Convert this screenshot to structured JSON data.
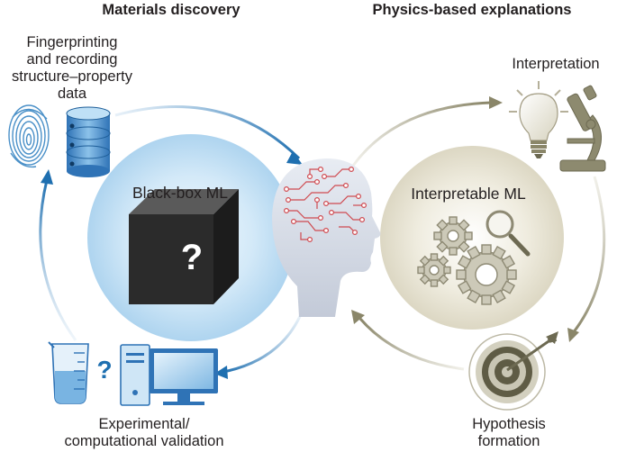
{
  "headings": {
    "left": "Materials discovery",
    "right": "Physics-based explanations"
  },
  "labels": {
    "fingerprinting": [
      "Fingerprinting",
      "and recording",
      "structure–property",
      "data"
    ],
    "interpretation": "Interpretation",
    "black_box": "Black-box ML",
    "interpretable": "Interpretable ML",
    "validation": [
      "Experimental/",
      "computational validation"
    ],
    "hypothesis": [
      "Hypothesis",
      "formation"
    ],
    "cube_symbol": "?",
    "beaker_symbol": "?"
  },
  "icons": [
    "fingerprint-icon",
    "database-icon",
    "light-bulb-icon",
    "microscope-icon",
    "gear-icon",
    "magnifier-icon",
    "target-icon",
    "arrow-icon",
    "beaker-icon",
    "computer-icon",
    "brain-circuit-icon",
    "human-head-icon"
  ],
  "colors": {
    "blue_arrow": "#1e6fb0",
    "olive_arrow": "#8a8669",
    "blue_disc": "#cfe6f6",
    "beige_disc": "#e9e5d6",
    "circuit_red": "#cf4a50"
  }
}
